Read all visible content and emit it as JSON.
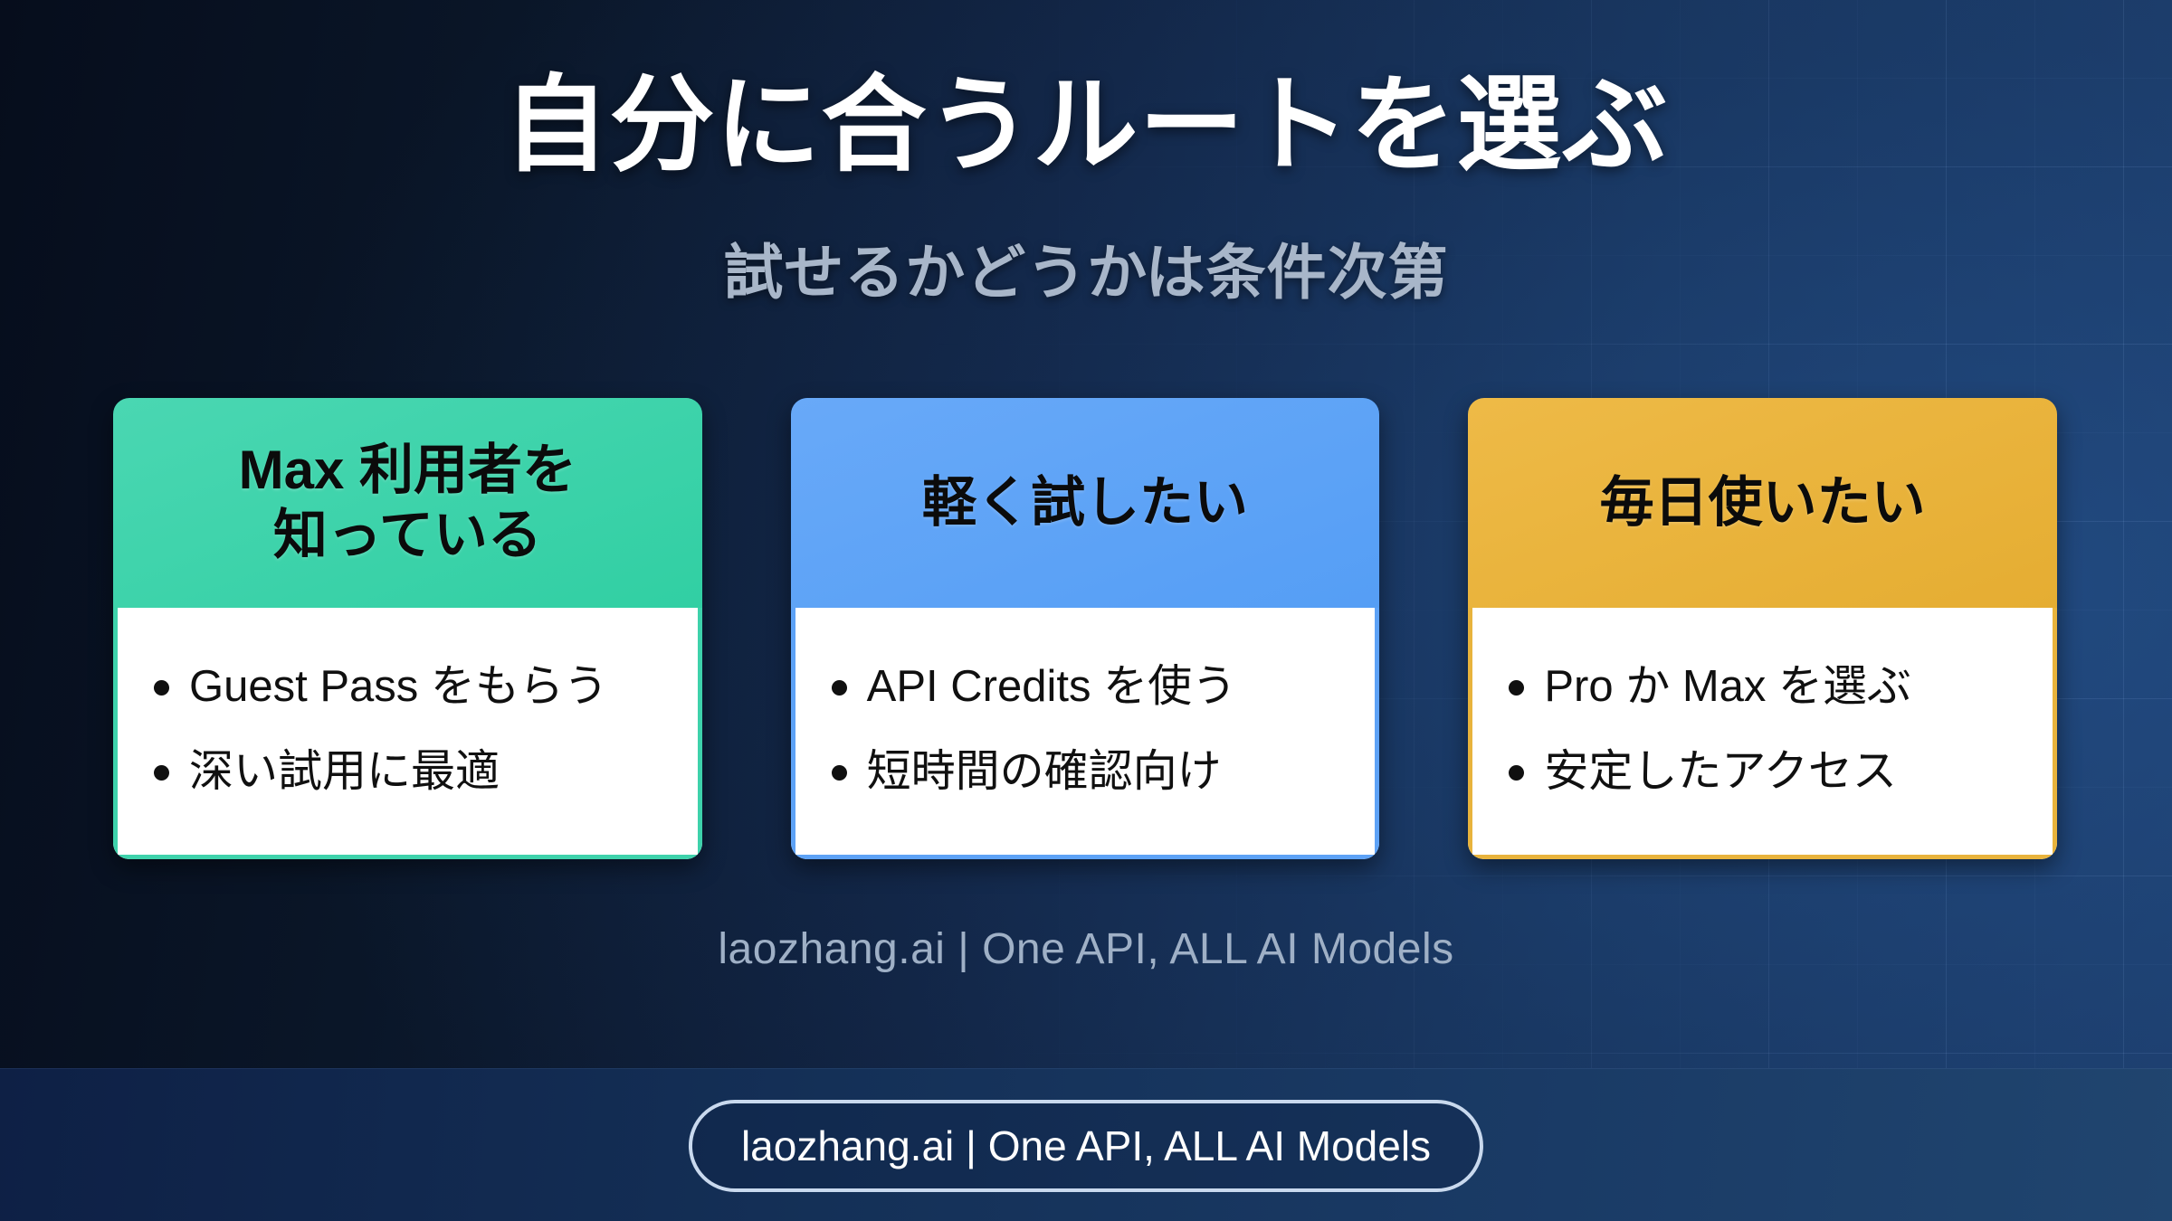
{
  "slide": {
    "title": "自分に合うルートを選ぶ",
    "subtitle": "試せるかどうかは条件次第",
    "brand_line": "laozhang.ai | One API, ALL AI Models",
    "badge_label": "laozhang.ai | One API, ALL AI Models"
  },
  "colors": {
    "background_dark": "#0a1628",
    "background_light": "#1d3d69",
    "bottom_band": "#143057",
    "card_teal": "#3ed2ab",
    "card_blue": "#5da2f6",
    "card_gold": "#e8b33c",
    "title_text": "#ffffff",
    "subtitle_text": "#a8b6c9",
    "brand_text": "#9fb0c6",
    "card_body_bg": "#ffffff",
    "card_text": "#101010"
  },
  "cards": [
    {
      "accent": "teal",
      "header": "Max 利用者を\n知っている",
      "header_line1": "Max 利用者を",
      "header_line2": "知っている",
      "bullets": [
        "Guest Pass をもらう",
        "深い試用に最適"
      ]
    },
    {
      "accent": "blue",
      "header": "軽く試したい",
      "header_line1": "軽く試したい",
      "header_line2": "",
      "bullets": [
        "API Credits を使う",
        "短時間の確認向け"
      ]
    },
    {
      "accent": "gold",
      "header": "毎日使いたい",
      "header_line1": "毎日使いたい",
      "header_line2": "",
      "bullets": [
        "Pro か Max を選ぶ",
        "安定したアクセス"
      ]
    }
  ]
}
